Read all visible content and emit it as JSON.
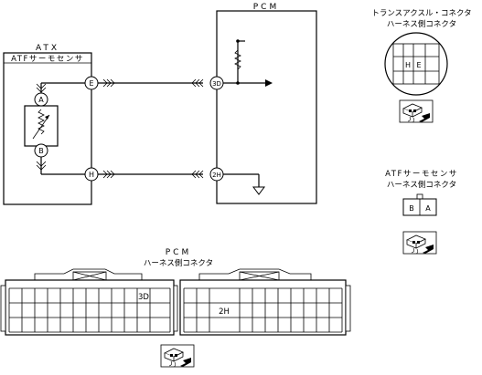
{
  "pcm": {
    "title": "PCM"
  },
  "atx": {
    "title": "ATX",
    "sensor": "ATFサーモセンサ"
  },
  "terminals": {
    "e": "E",
    "h": "H",
    "d3": "3D",
    "h2": "2H",
    "a": "A",
    "b": "B"
  },
  "transaxle_connector": {
    "title_line1": "トランスアクスル・コネクタ",
    "title_line2": "ハーネス側コネクタ",
    "pin_h": "H",
    "pin_e": "E"
  },
  "sensor_connector": {
    "title_line1": "ATFサーモセンサ",
    "title_line2": "ハーネス側コネクタ",
    "pin_b": "B",
    "pin_a": "A"
  },
  "pcm_connector": {
    "title_line1": "PCM",
    "title_line2": "ハーネス側コネクタ",
    "pin_3d": "3D",
    "pin_2h": "2H"
  }
}
